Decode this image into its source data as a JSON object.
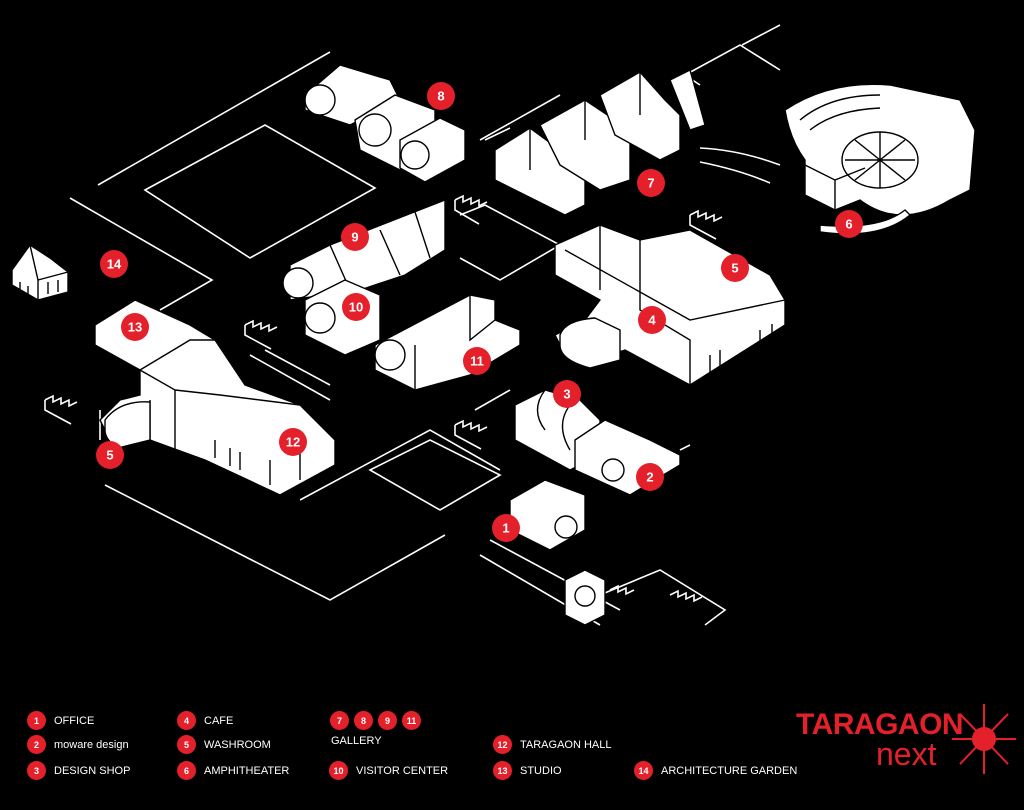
{
  "markers": [
    {
      "n": "8",
      "label": "GALLERY"
    },
    {
      "n": "7",
      "label": "GALLERY"
    },
    {
      "n": "6",
      "label": "AMPHITHEATER"
    },
    {
      "n": "9",
      "label": "GALLERY"
    },
    {
      "n": "5",
      "label": "WASHROOM"
    },
    {
      "n": "14",
      "label": "ARCHITECTURE GARDEN"
    },
    {
      "n": "13",
      "label": "STUDIO"
    },
    {
      "n": "10",
      "label": "VISITOR CENTER"
    },
    {
      "n": "4",
      "label": "CAFE"
    },
    {
      "n": "11",
      "label": "GALLERY"
    },
    {
      "n": "3",
      "label": "DESIGN SHOP"
    },
    {
      "n": "12",
      "label": "TARAGAON HALL"
    },
    {
      "n": "5",
      "label": "WASHROOM"
    },
    {
      "n": "2",
      "label": "moware design"
    },
    {
      "n": "1",
      "label": "OFFICE"
    }
  ],
  "legend": {
    "office": {
      "n": "1",
      "label": "OFFICE"
    },
    "moware": {
      "n": "2",
      "label": "moware design"
    },
    "shop": {
      "n": "3",
      "label": "DESIGN SHOP"
    },
    "cafe": {
      "n": "4",
      "label": "CAFE"
    },
    "washroom": {
      "n": "5",
      "label": "WASHROOM"
    },
    "amphi": {
      "n": "6",
      "label": "AMPHITHEATER"
    },
    "gallery": {
      "numbers": [
        "7",
        "8",
        "9",
        "11"
      ],
      "label": "GALLERY"
    },
    "visitor": {
      "n": "10",
      "label": "VISITOR CENTER"
    },
    "hall": {
      "n": "12",
      "label": "TARAGAON HALL"
    },
    "studio": {
      "n": "13",
      "label": "STUDIO"
    },
    "garden": {
      "n": "14",
      "label": "ARCHITECTURE GARDEN"
    }
  },
  "logo": {
    "title": "TARAGAON",
    "subtitle": "next",
    "brand_color": "#e4202b"
  }
}
